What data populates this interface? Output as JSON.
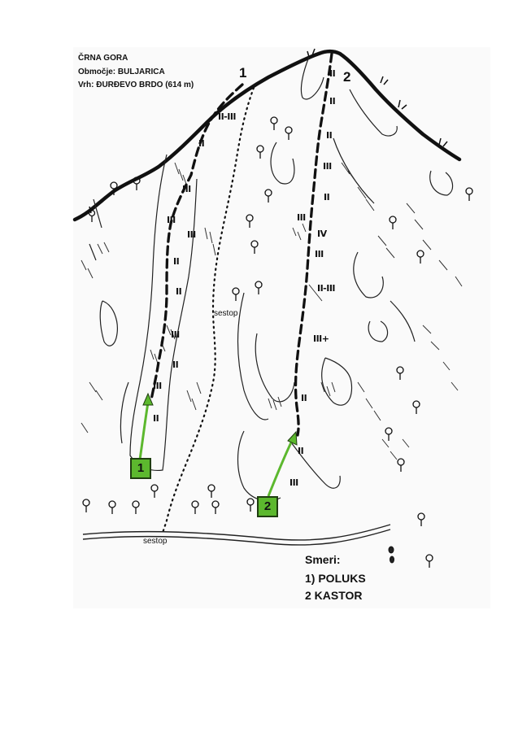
{
  "header": {
    "country": "ČRNA GORA",
    "area": "Območje: BULJARICA",
    "peak": "Vrh: ĐURĐEVO BRDO (614 m)"
  },
  "route_numbers": [
    "1",
    "2"
  ],
  "badges": [
    "1",
    "2"
  ],
  "descent_label": "sestop",
  "grades_route1": [
    "II-III",
    "II",
    "III",
    "III",
    "III",
    "II",
    "II",
    "III",
    "II",
    "III",
    "II"
  ],
  "grades_route2": [
    "II",
    "II",
    "II",
    "III",
    "II",
    "III",
    "IV",
    "III",
    "II-III",
    "III+",
    "II",
    "II",
    "III"
  ],
  "legend": {
    "title": "Smeri:",
    "items": [
      "1) POLUKS",
      "2 KASTOR"
    ]
  },
  "colors": {
    "route_arrow": "#5cb82e",
    "ink": "#111111",
    "paper": "#fafafa"
  }
}
